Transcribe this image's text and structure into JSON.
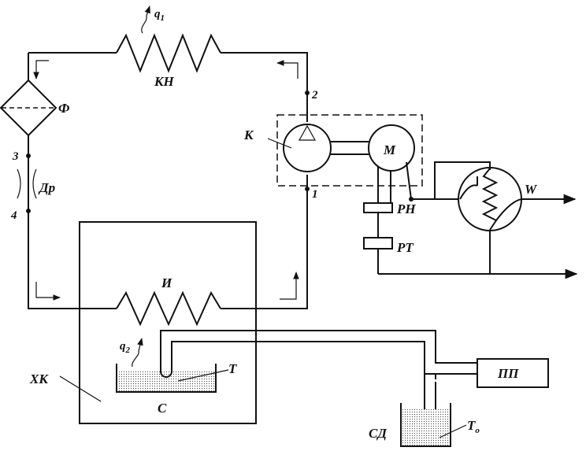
{
  "labels": {
    "q1": "q",
    "q1_sub": "1",
    "condenser": "КН",
    "filter": "Ф",
    "point2": "2",
    "point3": "3",
    "point4": "4",
    "point1": "1",
    "compressor": "К",
    "motor": "М",
    "throttle": "Др",
    "pressure_relay": "РН",
    "thermo_relay": "РТ",
    "wattmeter": "W",
    "evaporator": "И",
    "q2": "q",
    "q2_sub": "2",
    "chamber": "ХК",
    "vessel_t": "Т",
    "vessel_c": "С",
    "recorder": "ПП",
    "dewar": "СД",
    "dewar_t": "Т",
    "dewar_t_sub": "о"
  },
  "colors": {
    "line": "#111111",
    "liquid_fill": "#c8c8c8",
    "background": "#ffffff"
  }
}
